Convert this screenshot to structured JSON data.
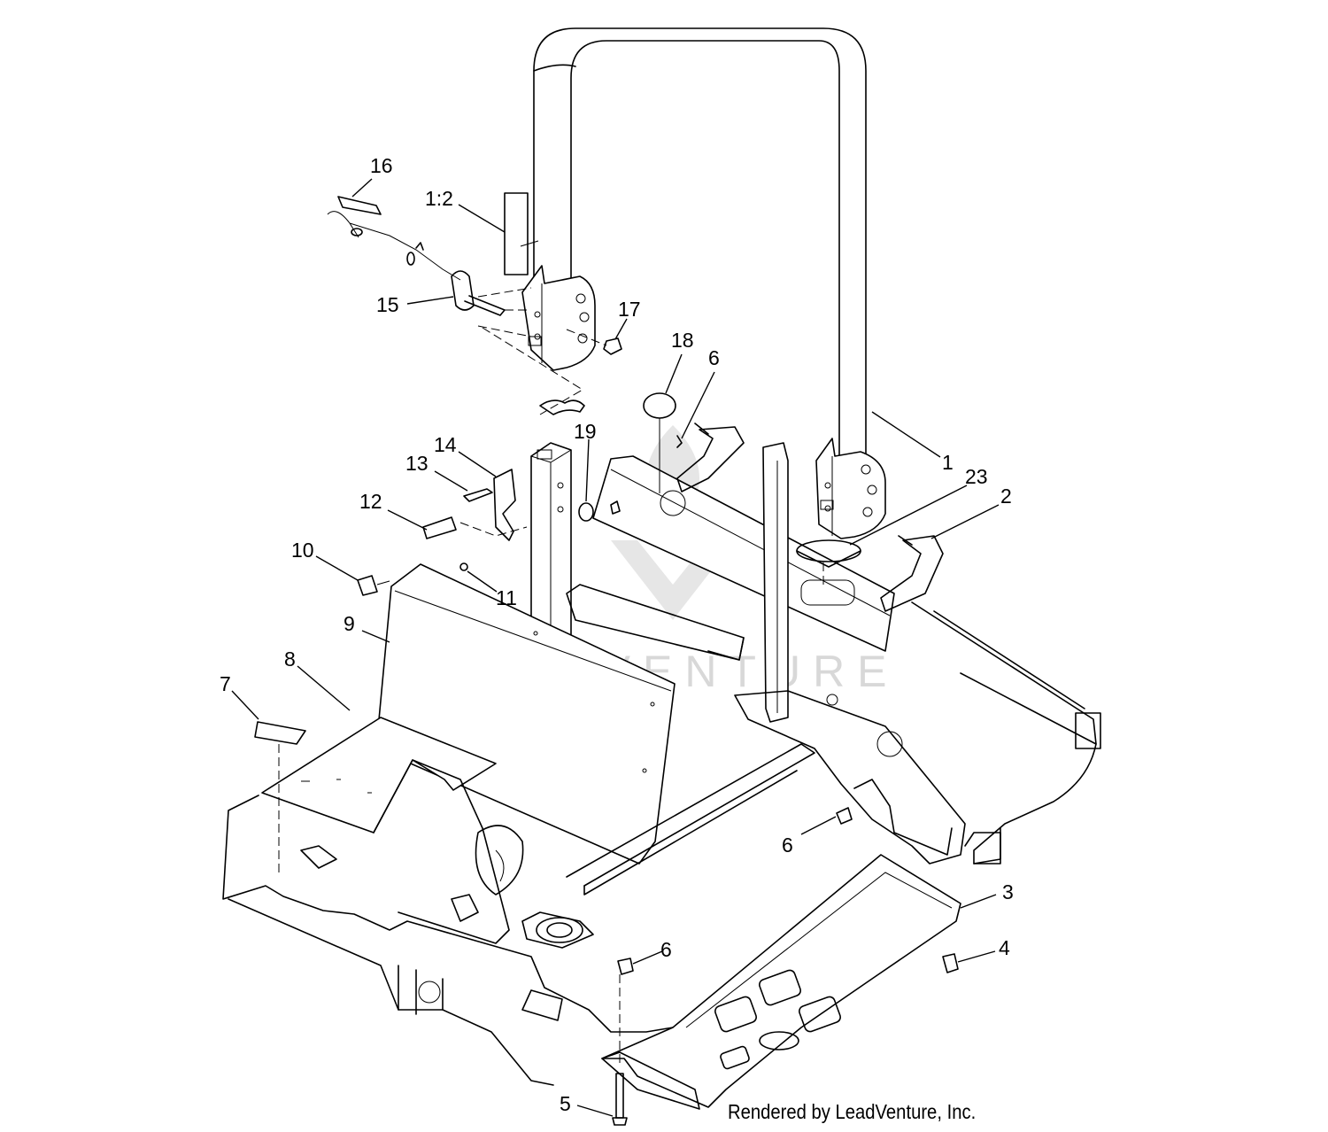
{
  "watermark": "LEADVENTURE",
  "credit": "Rendered by LeadVenture, Inc.",
  "callouts": [
    {
      "id": "c16",
      "label": "16"
    },
    {
      "id": "c1-2",
      "label": "1:2"
    },
    {
      "id": "c15",
      "label": "15"
    },
    {
      "id": "c17",
      "label": "17"
    },
    {
      "id": "c18",
      "label": "18"
    },
    {
      "id": "c6a",
      "label": "6"
    },
    {
      "id": "c19",
      "label": "19"
    },
    {
      "id": "c14",
      "label": "14"
    },
    {
      "id": "c13",
      "label": "13"
    },
    {
      "id": "c1",
      "label": "1"
    },
    {
      "id": "c23",
      "label": "23"
    },
    {
      "id": "c2",
      "label": "2"
    },
    {
      "id": "c12",
      "label": "12"
    },
    {
      "id": "c10",
      "label": "10"
    },
    {
      "id": "c11",
      "label": "11"
    },
    {
      "id": "c9",
      "label": "9"
    },
    {
      "id": "c8",
      "label": "8"
    },
    {
      "id": "c7",
      "label": "7"
    },
    {
      "id": "c6b",
      "label": "6"
    },
    {
      "id": "c3",
      "label": "3"
    },
    {
      "id": "c4",
      "label": "4"
    },
    {
      "id": "c6c",
      "label": "6"
    },
    {
      "id": "c5",
      "label": "5"
    }
  ]
}
